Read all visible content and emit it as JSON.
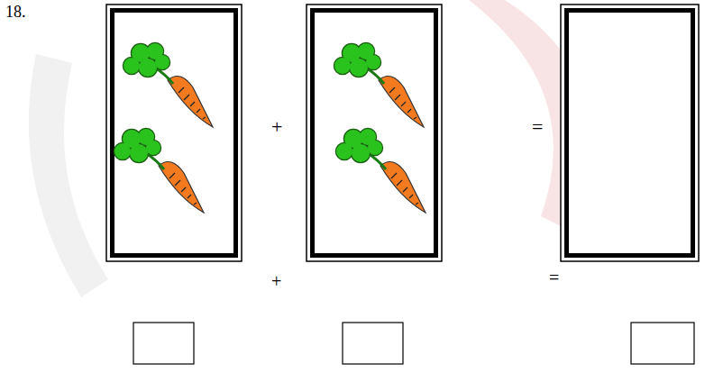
{
  "diagram": {
    "labels": [
      "18.",
      "+",
      "=",
      "+",
      "="
    ]
  }
}
